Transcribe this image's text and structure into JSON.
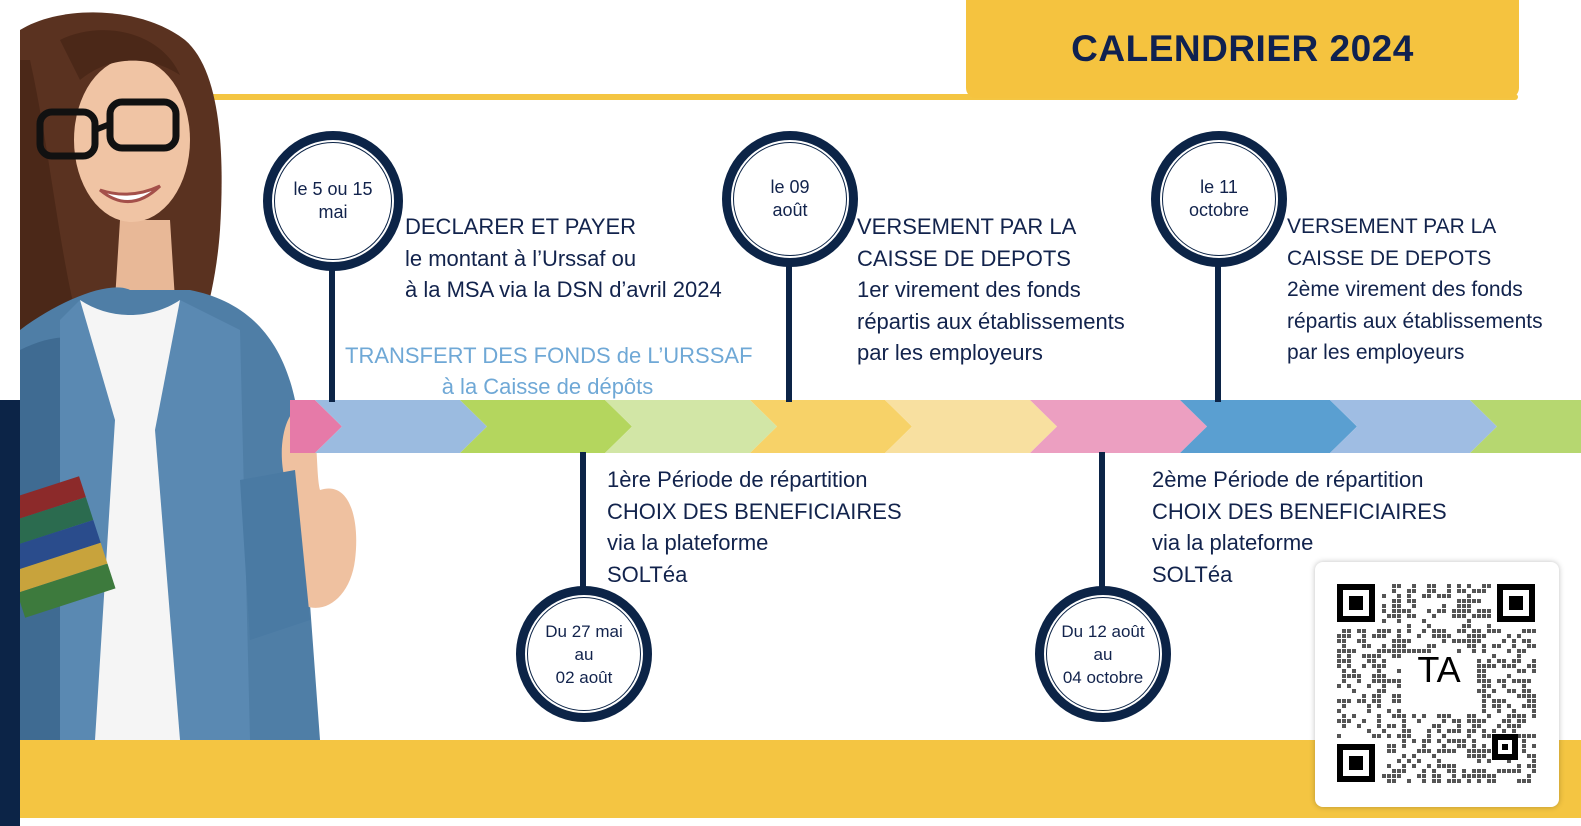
{
  "title": "CALENDRIER 2024",
  "colors": {
    "yellow": "#f4c542",
    "navy": "#0c2447",
    "text": "#12234c",
    "transfer_text": "#6fa8d6"
  },
  "milestones": [
    {
      "date_lines": [
        "le 5 ou 15",
        "mai"
      ],
      "text_lines": [
        "DECLARER ET PAYER",
        "le montant à l’Urssaf ou",
        "à la MSA via la DSN d’avril 2024"
      ]
    },
    {
      "date_lines": [
        "le 09",
        "août"
      ],
      "text_lines": [
        "VERSEMENT PAR LA",
        "CAISSE DE DEPOTS",
        "1er virement des fonds",
        "répartis aux établissements",
        "par les employeurs"
      ]
    },
    {
      "date_lines": [
        "le 11",
        "octobre"
      ],
      "text_lines": [
        "VERSEMENT PAR LA",
        "CAISSE DE DEPOTS",
        "2ème virement des fonds",
        "répartis aux établissements",
        "par les employeurs"
      ]
    }
  ],
  "transfer_lines": [
    "TRANSFERT DES FONDS de L’URSSAF",
    "à la Caisse de dépôts"
  ],
  "periods": [
    {
      "date_lines": [
        "Du 27 mai",
        "au",
        "02 août"
      ],
      "text_lines": [
        "1ère Période de répartition",
        "CHOIX DES BENEFICIAIRES",
        "via la plateforme",
        "SOLTéa"
      ]
    },
    {
      "date_lines": [
        "Du 12 août",
        "au",
        "04 octobre"
      ],
      "text_lines": [
        "2ème Période de répartition",
        "CHOIX DES BENEFICIAIRES",
        "via la plateforme",
        "SOLTéa"
      ]
    }
  ],
  "qr_label": "TA"
}
